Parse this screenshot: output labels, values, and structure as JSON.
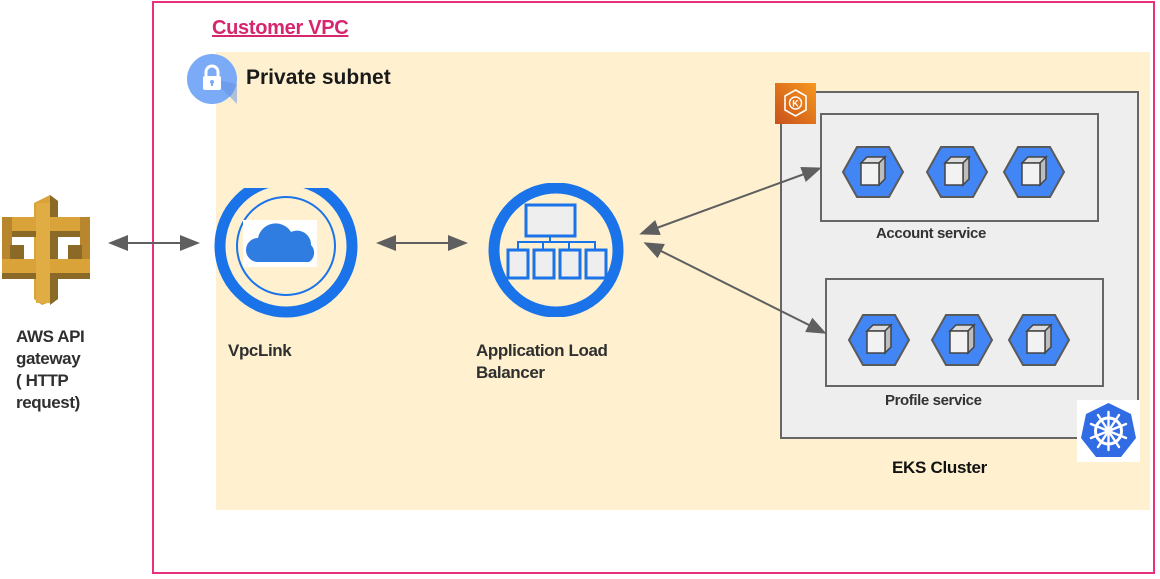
{
  "diagram": {
    "vpc": {
      "title": "Customer VPC",
      "border_color": "#e8307f"
    },
    "subnet": {
      "title": "Private subnet",
      "icon": "lock-icon",
      "fill_color": "#fff1d0"
    },
    "nodes": {
      "api_gateway": {
        "label_lines": [
          "AWS API",
          "gateway",
          "( HTTP",
          "request)"
        ],
        "icon": "aws-api-gateway-icon"
      },
      "vpclink": {
        "label": "VpcLink",
        "icon": "cloud-icon"
      },
      "alb": {
        "label_lines": [
          "Application Load",
          "Balancer"
        ],
        "icon": "load-balancer-icon"
      },
      "eks_cluster": {
        "label": "EKS Cluster",
        "icons": [
          "eks-icon",
          "kubernetes-icon"
        ],
        "services": [
          {
            "label": "Account service",
            "pods": 3
          },
          {
            "label": "Profile service",
            "pods": 3
          }
        ]
      }
    },
    "edges": [
      {
        "from": "AWS API gateway",
        "to": "VpcLink",
        "bidirectional": true
      },
      {
        "from": "VpcLink",
        "to": "Application Load Balancer",
        "bidirectional": true
      },
      {
        "from": "Application Load Balancer",
        "to": "Account service",
        "bidirectional": true
      },
      {
        "from": "Application Load Balancer",
        "to": "Profile service",
        "bidirectional": true
      }
    ],
    "colors": {
      "accent_blue": "#1a73e8",
      "pod_blue": "#4285f4",
      "aws_gold": "#d9a33a",
      "eks_orange": "#e8731a",
      "arrow": "#5f5f5f"
    }
  }
}
